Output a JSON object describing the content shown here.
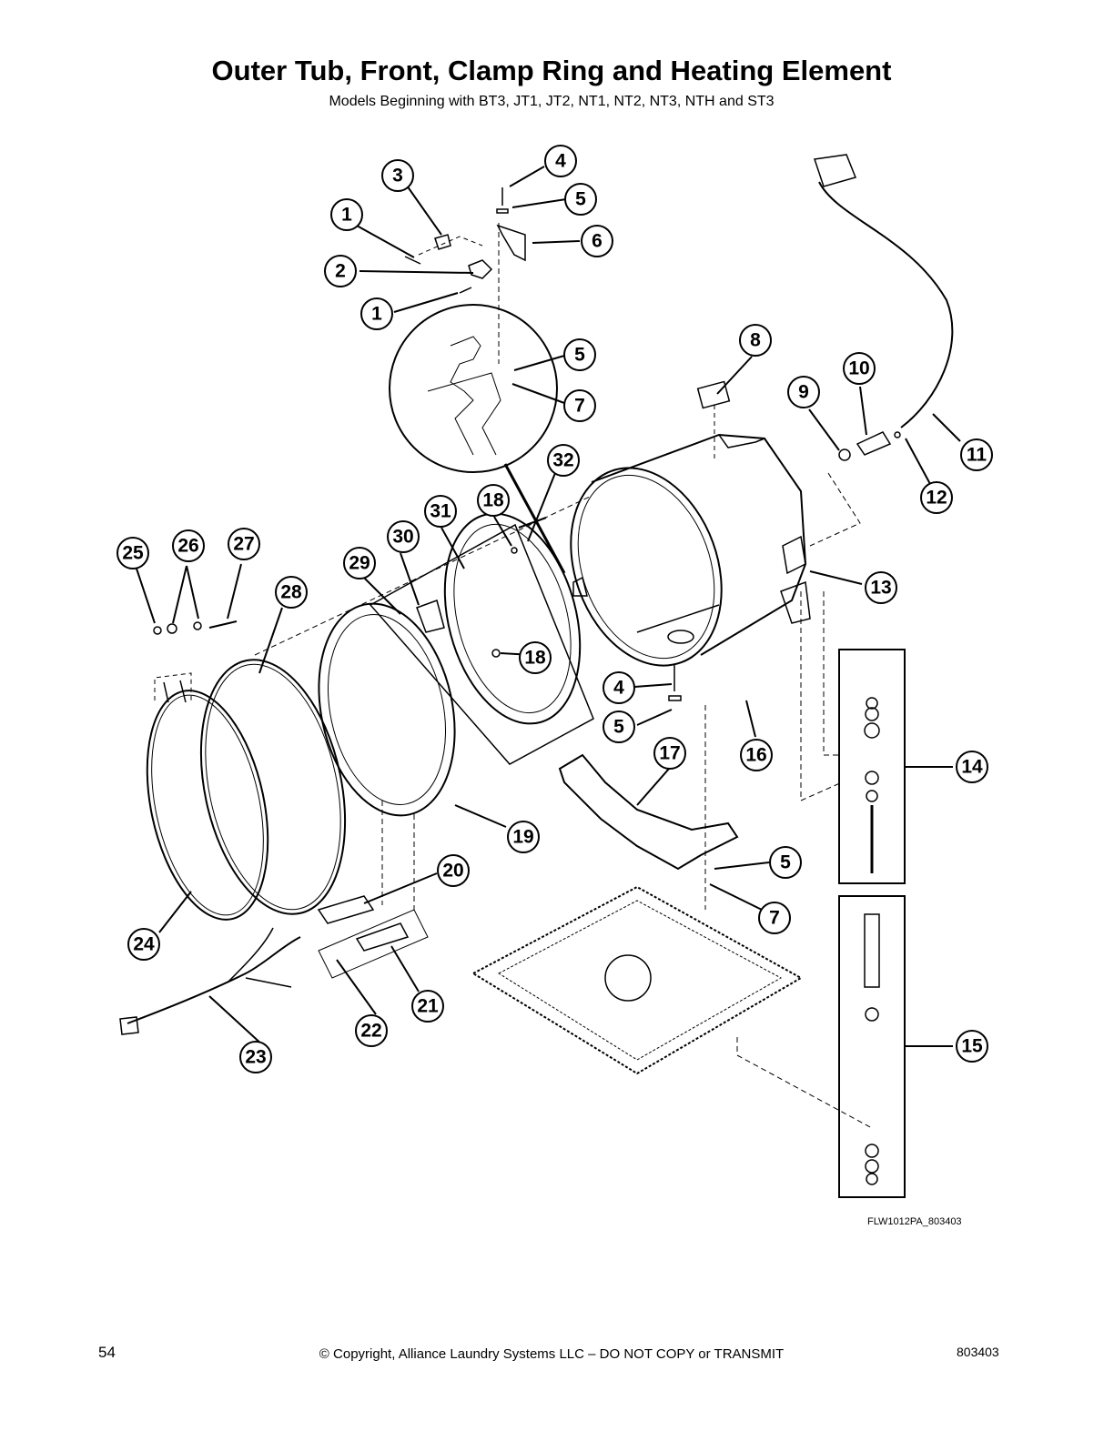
{
  "header": {
    "title": "Outer Tub, Front, Clamp Ring and Heating Element",
    "subtitle": "Models Beginning with BT3, JT1, JT2, NT1, NT2, NT3, NTH and ST3"
  },
  "diagram": {
    "callouts": [
      "1",
      "1",
      "2",
      "3",
      "4",
      "4",
      "5",
      "5",
      "5",
      "5",
      "6",
      "7",
      "7",
      "8",
      "9",
      "10",
      "11",
      "12",
      "13",
      "14",
      "15",
      "16",
      "17",
      "18",
      "18",
      "19",
      "20",
      "21",
      "22",
      "23",
      "24",
      "25",
      "26",
      "27",
      "28",
      "29",
      "30",
      "31",
      "32"
    ],
    "drawing_code": "FLW1012PA_803403"
  },
  "footer": {
    "page_number": "54",
    "copyright": "© Copyright, Alliance Laundry Systems LLC – DO NOT COPY or TRANSMIT",
    "doc_number": "803403"
  }
}
